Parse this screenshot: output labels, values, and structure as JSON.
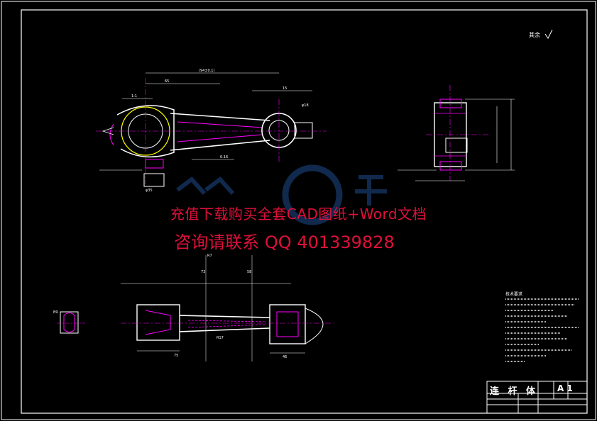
{
  "drawing": {
    "title": "连 杆 体",
    "sheet_label": "A 1",
    "roughness_note": "其余",
    "tech_req_title": "技术要求"
  },
  "dimensions": {
    "top_view": [
      "(94±0.1)",
      "65",
      "15",
      "1:1",
      "0.16",
      "φ18",
      "φ35"
    ],
    "bottom_view": [
      "B9",
      "R7",
      "73",
      "58",
      "R17",
      "75",
      "46"
    ]
  },
  "watermark": {
    "line1": "充值下载购买全套CAD图纸+Word文档",
    "line2": "咨询请联系 QQ 401339828"
  },
  "colors": {
    "background": "#000000",
    "frame": "#ffffff",
    "outline": "#ffffff",
    "hidden": "#ff00ff",
    "hatch": "#ff00ff",
    "dimension": "#ff00ff",
    "watermark": "#e0103a",
    "logo": "#1e4b8c",
    "highlight": "#ffff00"
  }
}
